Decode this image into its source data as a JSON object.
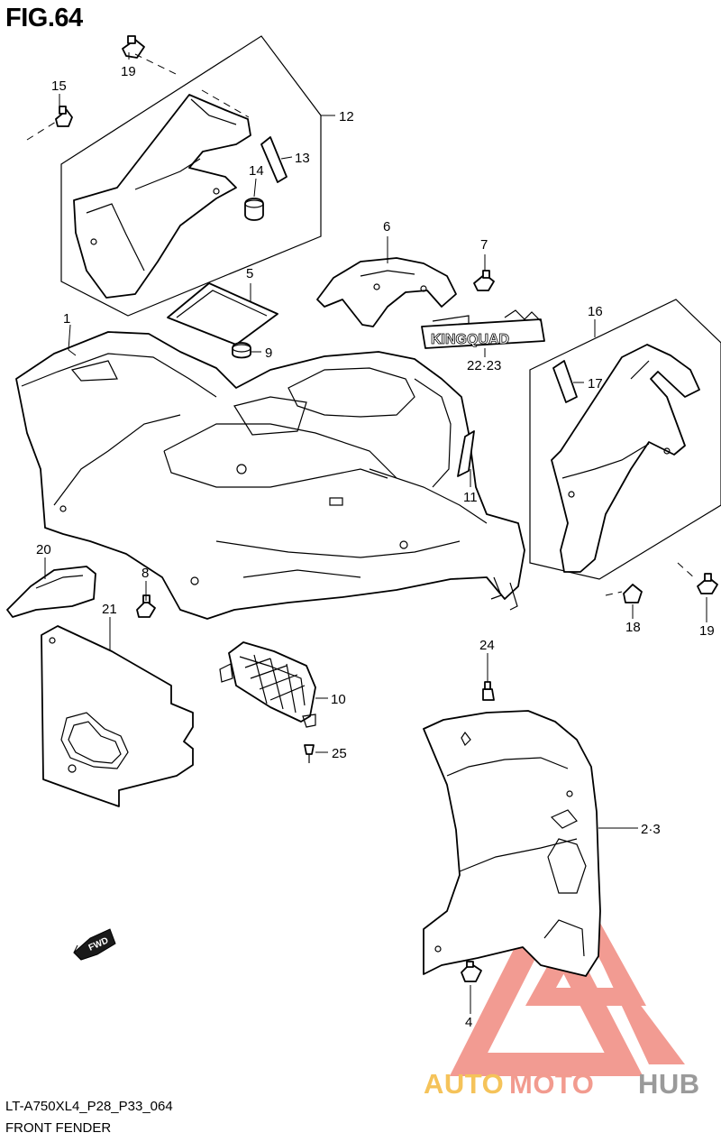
{
  "figure": {
    "title": "FIG.64",
    "code": "LT-A750XL4_P28_P33_064",
    "caption": "FRONT FENDER"
  },
  "callouts": {
    "c1": "1",
    "c2_3": "2·3",
    "c4": "4",
    "c5": "5",
    "c6": "6",
    "c7": "7",
    "c8": "8",
    "c9": "9",
    "c10": "10",
    "c11": "11",
    "c12": "12",
    "c13": "13",
    "c14": "14",
    "c15": "15",
    "c16": "16",
    "c17": "17",
    "c18": "18",
    "c19a": "19",
    "c19b": "19",
    "c20": "20",
    "c21": "21",
    "c22_23": "22·23",
    "c24": "24",
    "c25": "25"
  },
  "badges": {
    "kingquad": "KINGQUAD",
    "fwd": "FWD"
  },
  "watermark": {
    "brand_auto": "AUTO",
    "brand_moto": "MOTO",
    "brand_hub": "HUB",
    "color_auto": "#f5c35a",
    "color_moto": "#f29b8f",
    "color_hub": "#9a9a9a",
    "logo_color": "#f08a80"
  }
}
